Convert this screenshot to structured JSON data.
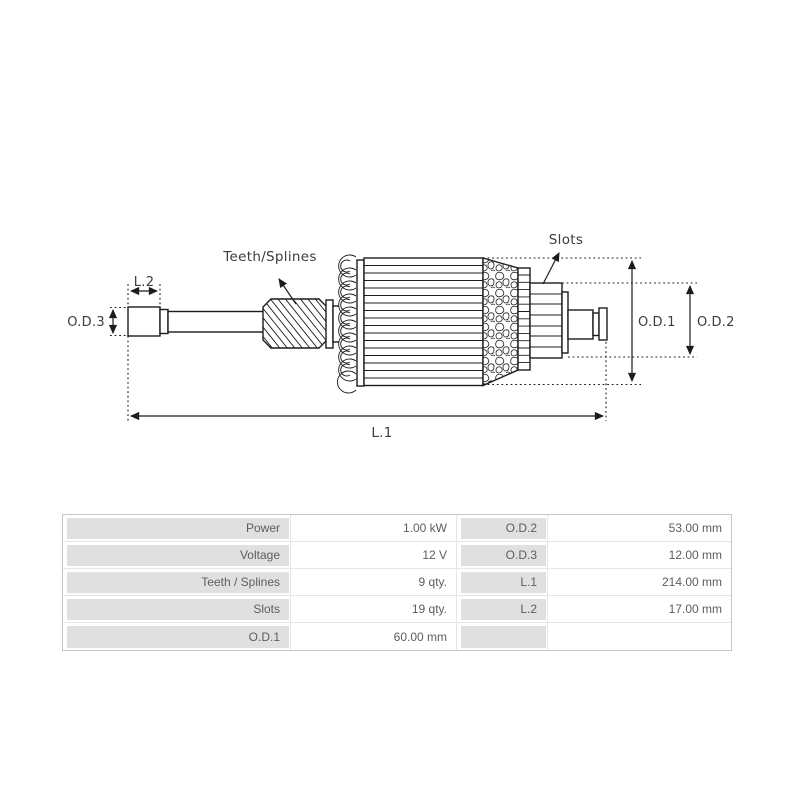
{
  "diagram": {
    "labels": {
      "teeth_splines": "Teeth/Splines",
      "slots": "Slots",
      "od1": "O.D.1",
      "od2": "O.D.2",
      "od3": "O.D.3",
      "l1": "L.1",
      "l2": "L.2"
    },
    "line_color": "#1c1c1c",
    "label_color": "#3d3d3d"
  },
  "spec_table": {
    "text_color": "#5d5d5d",
    "label_bg": "#e0e0e0",
    "border_color": "#c6c6c6",
    "rows": [
      {
        "c1": "Power",
        "c2": "1.00 kW",
        "c3": "O.D.2",
        "c4": "53.00 mm"
      },
      {
        "c1": "Voltage",
        "c2": "12 V",
        "c3": "O.D.3",
        "c4": "12.00 mm"
      },
      {
        "c1": "Teeth / Splines",
        "c2": "9 qty.",
        "c3": "L.1",
        "c4": "214.00 mm"
      },
      {
        "c1": "Slots",
        "c2": "19 qty.",
        "c3": "L.2",
        "c4": "17.00 mm"
      },
      {
        "c1": "O.D.1",
        "c2": "60.00 mm",
        "c3": "",
        "c4": ""
      }
    ]
  }
}
